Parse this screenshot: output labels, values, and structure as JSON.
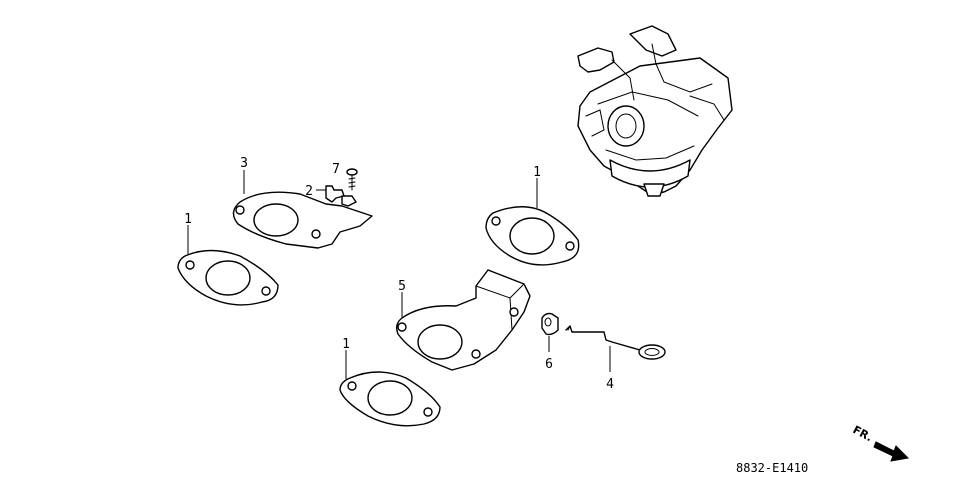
{
  "diagram": {
    "callouts": {
      "gasket_top_right": "1",
      "gasket_left": "1",
      "gasket_bottom": "1",
      "plate_insulator": "3",
      "fuel_joint": "2",
      "screw": "7",
      "plate_bracket": "5",
      "grommet": "6",
      "choke_rod": "4"
    },
    "drawing_code": "8832-E1410",
    "front_indicator": "FR."
  }
}
